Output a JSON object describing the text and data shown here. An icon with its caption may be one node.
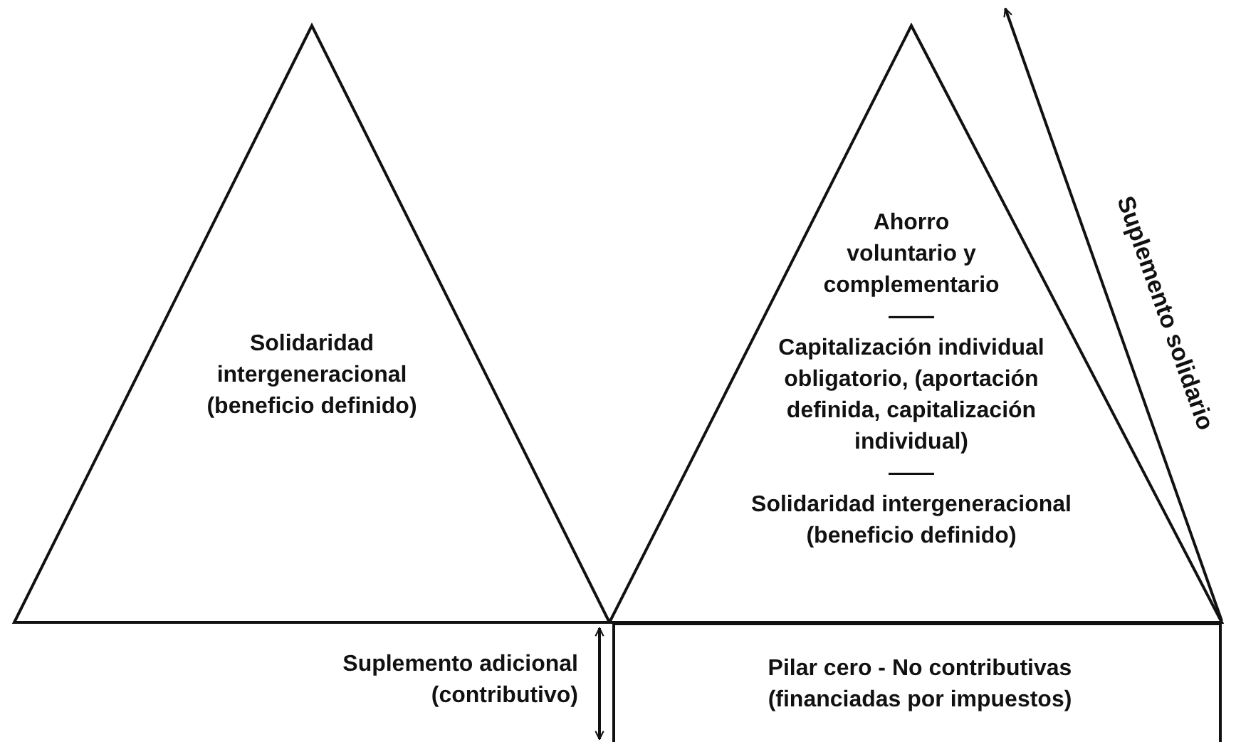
{
  "diagram": {
    "nodes": [
      {
        "text": [
          "Solidaridad intergeneracional (beneficio definido)"
        ]
      },
      {
        "text": [
          "Ahorro voluntario y complementario",
          "——",
          "Capitalización individual obligatorio, (aportación definida, capitalización individual)",
          "——",
          "Solidaridad intergeneracional (beneficio definido)"
        ]
      },
      {
        "text": [
          "Pilar cero - No contributivas (financiadas por impuestos)"
        ]
      }
    ],
    "edges": [],
    "labels": [
      "Suplemento solidario",
      "Suplemento adicional (contributivo)"
    ]
  }
}
